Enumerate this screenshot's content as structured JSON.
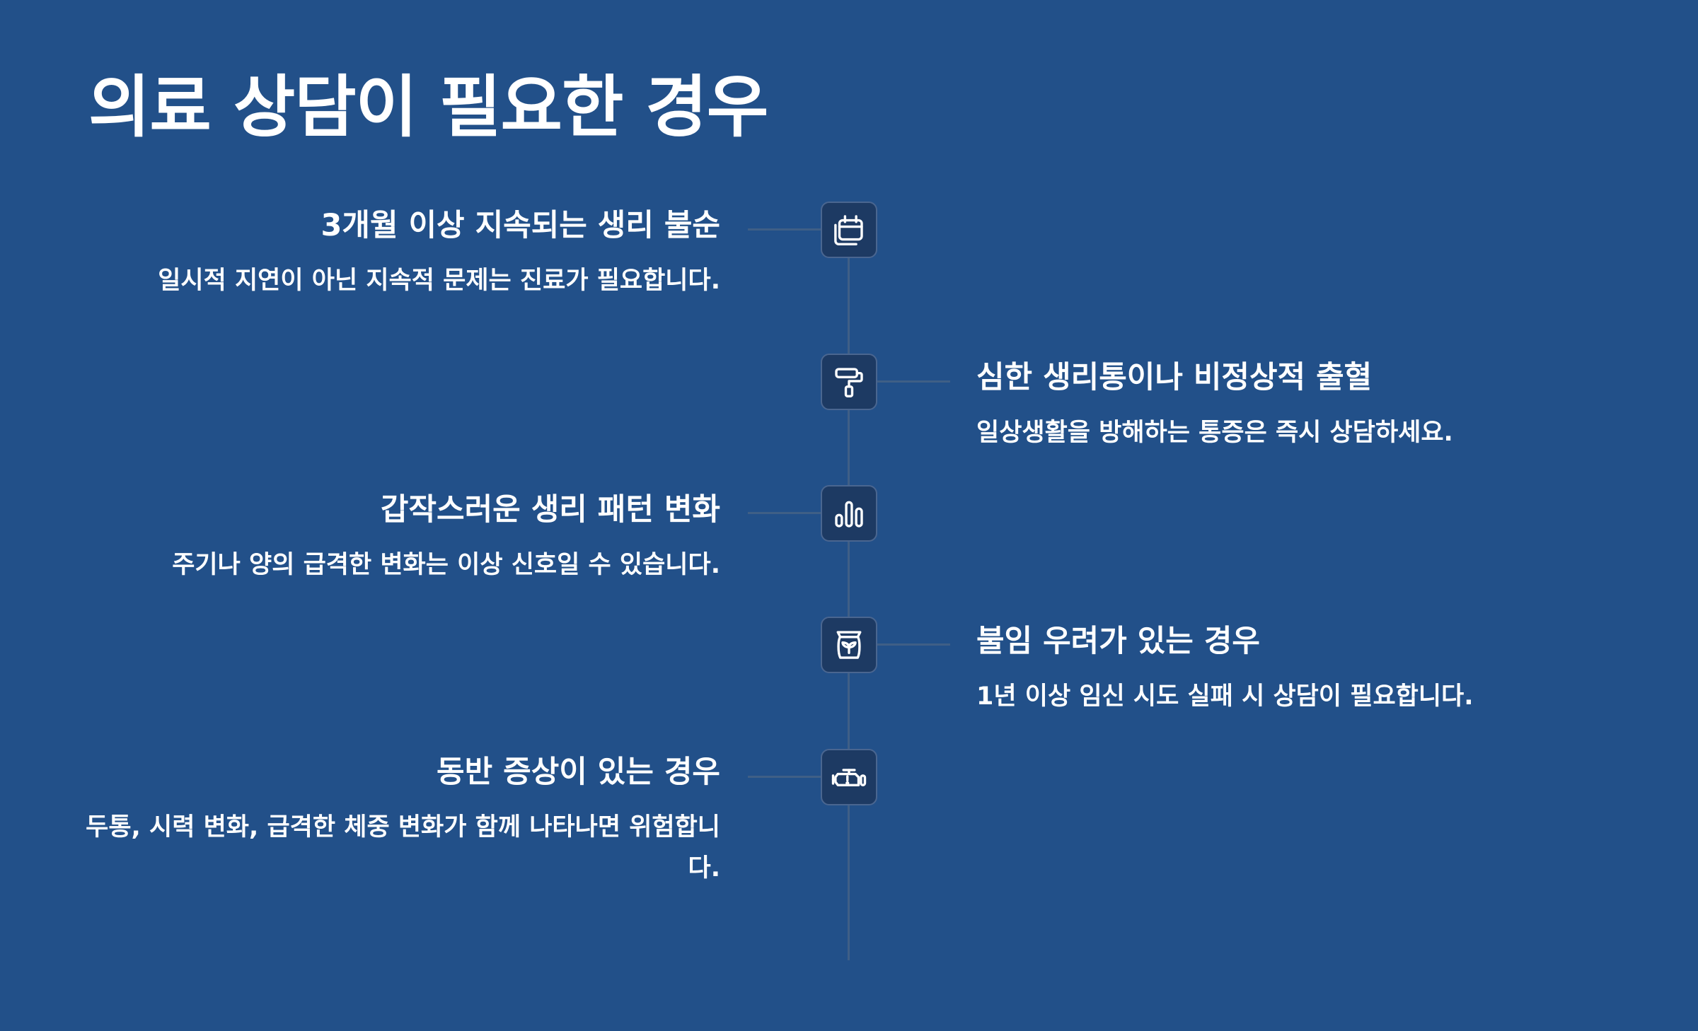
{
  "page": {
    "title": "의료 상담이 필요한 경우"
  },
  "colors": {
    "background": "#225089",
    "node_fill": "#1d3a63",
    "line": "#3f5f86",
    "text": "#ffffff"
  },
  "items": [
    {
      "icon": "calendar-icon",
      "side": "left",
      "title": "3개월 이상 지속되는 생리 불순",
      "description": "일시적 지연이 아닌 지속적 문제는 진료가 필요합니다."
    },
    {
      "icon": "paint-roller-icon",
      "side": "right",
      "title": "심한 생리통이나 비정상적 출혈",
      "description": "일상생활을 방해하는 통증은 즉시 상담하세요."
    },
    {
      "icon": "bar-chart-icon",
      "side": "left",
      "title": "갑작스러운 생리 패턴 변화",
      "description": "주기나 양의 급격한 변화는 이상 신호일 수 있습니다."
    },
    {
      "icon": "seed-bag-icon",
      "side": "right",
      "title": "불임 우려가 있는 경우",
      "description": "1년 이상 임신 시도 실패 시 상담이 필요합니다."
    },
    {
      "icon": "engine-warning-icon",
      "side": "left",
      "title": "동반 증상이 있는 경우",
      "description": "두통, 시력 변화, 급격한 체중 변화가 함께 나타나면 위험합니다."
    }
  ]
}
